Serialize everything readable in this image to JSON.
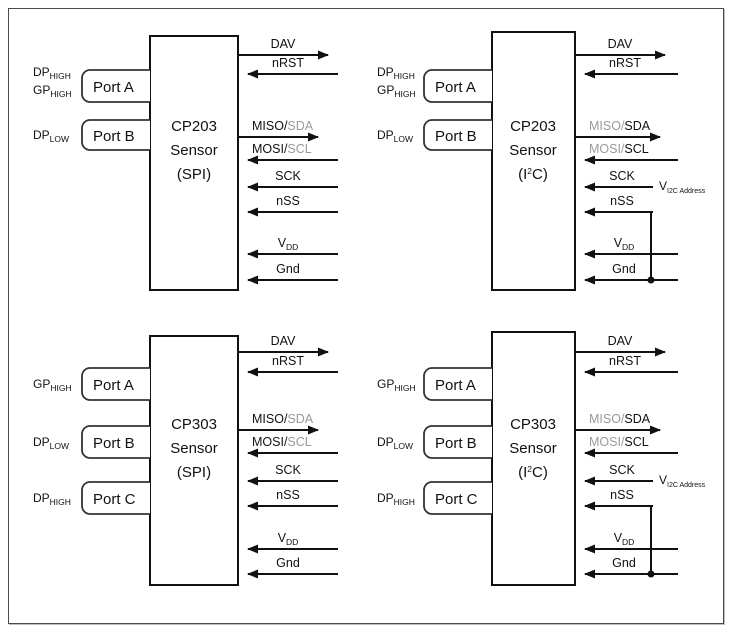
{
  "diagram": {
    "title": "CP203 / CP303 sensor interface connection diagram",
    "colors": {
      "line": "#111111",
      "muted_text": "#9a9a9a",
      "border": "#4a4a4a",
      "background": "#ffffff"
    }
  },
  "signal_labels": {
    "dav": "DAV",
    "nrst": "nRST",
    "miso": "MISO/",
    "sda": "SDA",
    "mosi": "MOSI/",
    "scl": "SCL",
    "sck": "SCK",
    "nss": "nSS",
    "vdd": "V",
    "vdd_sub": "DD",
    "gnd": "Gnd",
    "vi2c": "V",
    "vi2c_sub": "I2C Address"
  },
  "port_labels": {
    "port_a": "Port A",
    "port_b": "Port B",
    "port_c": "Port C"
  },
  "pin_labels": {
    "dp_high": "DP",
    "dp_high_sub": "HIGH",
    "gp_high": "GP",
    "gp_high_sub": "HIGH",
    "dp_low": "DP",
    "dp_low_sub": "LOW"
  },
  "blocks": [
    {
      "id": "cp203-spi",
      "chip_name": "CP203",
      "chip_sensor": "Sensor",
      "chip_bus": "(SPI)",
      "bus_type": "SPI",
      "ports": [
        {
          "name": "Port A",
          "pins": [
            "DP HIGH",
            "GP HIGH"
          ]
        },
        {
          "name": "Port B",
          "pins": [
            "DP LOW"
          ]
        }
      ],
      "signals": [
        "DAV",
        "nRST",
        "MISO/SDA",
        "MOSI/SCL",
        "SCK",
        "nSS",
        "VDD",
        "Gnd"
      ],
      "has_i2c_address": false,
      "nss_tied_to_gnd": false
    },
    {
      "id": "cp203-i2c",
      "chip_name": "CP203",
      "chip_sensor": "Sensor",
      "chip_bus": "(I2C)",
      "bus_type": "I2C",
      "ports": [
        {
          "name": "Port A",
          "pins": [
            "DP HIGH",
            "GP HIGH"
          ]
        },
        {
          "name": "Port B",
          "pins": [
            "DP LOW"
          ]
        }
      ],
      "signals": [
        "DAV",
        "nRST",
        "MISO/SDA",
        "MOSI/SCL",
        "SCK",
        "nSS",
        "VDD",
        "Gnd"
      ],
      "has_i2c_address": true,
      "nss_tied_to_gnd": true
    },
    {
      "id": "cp303-spi",
      "chip_name": "CP303",
      "chip_sensor": "Sensor",
      "chip_bus": "(SPI)",
      "bus_type": "SPI",
      "ports": [
        {
          "name": "Port A",
          "pins": [
            "GP HIGH"
          ]
        },
        {
          "name": "Port B",
          "pins": [
            "DP LOW"
          ]
        },
        {
          "name": "Port C",
          "pins": [
            "DP HIGH"
          ]
        }
      ],
      "signals": [
        "DAV",
        "nRST",
        "MISO/SDA",
        "MOSI/SCL",
        "SCK",
        "nSS",
        "VDD",
        "Gnd"
      ],
      "has_i2c_address": false,
      "nss_tied_to_gnd": false
    },
    {
      "id": "cp303-i2c",
      "chip_name": "CP303",
      "chip_sensor": "Sensor",
      "chip_bus": "(I2C)",
      "bus_type": "I2C",
      "ports": [
        {
          "name": "Port A",
          "pins": [
            "GP HIGH"
          ]
        },
        {
          "name": "Port B",
          "pins": [
            "DP LOW"
          ]
        },
        {
          "name": "Port C",
          "pins": [
            "DP HIGH"
          ]
        }
      ],
      "signals": [
        "DAV",
        "nRST",
        "MISO/SDA",
        "MOSI/SCL",
        "SCK",
        "nSS",
        "VDD",
        "Gnd"
      ],
      "has_i2c_address": true,
      "nss_tied_to_gnd": true
    }
  ],
  "chips": {
    "cp203_spi": {
      "name": "CP203",
      "sensor": "Sensor",
      "bus": "(SPI)"
    },
    "cp203_i2c": {
      "name": "CP203",
      "sensor": "Sensor",
      "bus_open": "(I",
      "bus_sup": "2",
      "bus_close": "C)"
    },
    "cp303_spi": {
      "name": "CP303",
      "sensor": "Sensor",
      "bus": "(SPI)"
    },
    "cp303_i2c": {
      "name": "CP303",
      "sensor": "Sensor",
      "bus_open": "(I",
      "bus_sup": "2",
      "bus_close": "C)"
    }
  }
}
